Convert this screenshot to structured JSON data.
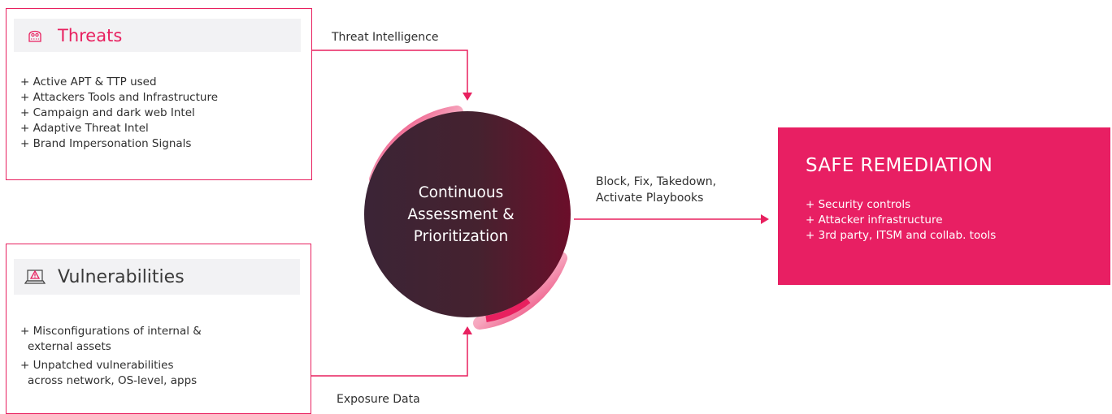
{
  "threats": {
    "icon": "alien-face-icon",
    "title": "Threats",
    "items": [
      "+ Active APT & TTP used",
      "+ Attackers Tools and Infrastructure",
      "+ Campaign and dark web Intel",
      "+ Adaptive Threat Intel",
      "+ Brand Impersonation Signals"
    ]
  },
  "vulnerabilities": {
    "icon": "warning-laptop-icon",
    "title": "Vulnerabilities",
    "items": [
      {
        "line1": "+ Misconfigurations of internal &",
        "line2": "external assets"
      },
      {
        "line1": "+ Unpatched vulnerabilities",
        "line2": "across network, OS-level, apps"
      }
    ]
  },
  "flows": {
    "threat_intelligence": "Threat Intelligence",
    "exposure_data": "Exposure Data",
    "remediation_action_line1": "Block, Fix, Takedown,",
    "remediation_action_line2": "Activate Playbooks"
  },
  "center": {
    "line1": "Continuous",
    "line2": "Assessment &",
    "line3": "Prioritization"
  },
  "remediation": {
    "title": "SAFE REMEDIATION",
    "items": [
      "+ Security controls",
      "+ Attacker infrastructure",
      "+ 3rd party, ITSM and collab. tools"
    ]
  },
  "colors": {
    "accent": "#e8205f",
    "circle_dark": "#3b2436",
    "circle_red": "#6b0e2a",
    "header_bg": "#f2f2f4"
  }
}
